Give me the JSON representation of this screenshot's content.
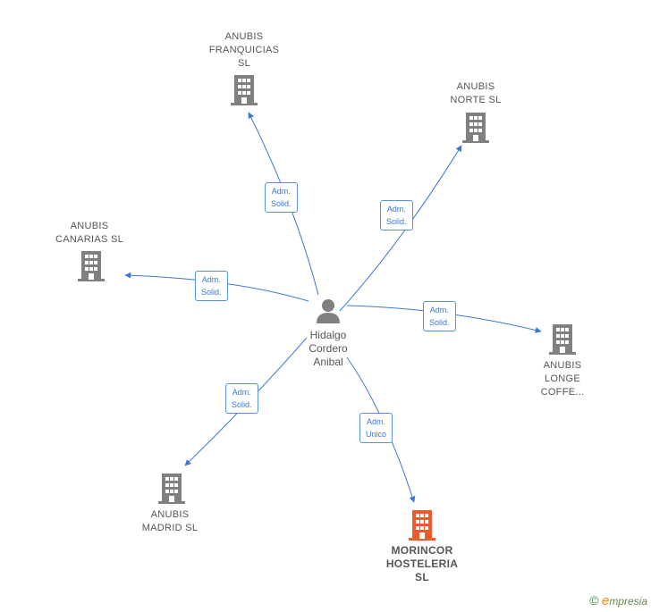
{
  "center": {
    "name": "Hidalgo\nCordero\nAnibal",
    "icon": "person-icon"
  },
  "nodes": [
    {
      "id": "franquicias",
      "label": "ANUBIS\nFRANQUICIAS\nSL",
      "color": "#808080"
    },
    {
      "id": "norte",
      "label": "ANUBIS\nNORTE  SL",
      "color": "#808080"
    },
    {
      "id": "canarias",
      "label": "ANUBIS\nCANARIAS  SL",
      "color": "#808080"
    },
    {
      "id": "longe",
      "label": "ANUBIS\nLONGE\nCOFFE...",
      "color": "#808080"
    },
    {
      "id": "madrid",
      "label": "ANUBIS\nMADRID  SL",
      "color": "#808080"
    },
    {
      "id": "morincor",
      "label": "MORINCOR\nHOSTELERIA\nSL",
      "color": "#f05a28"
    }
  ],
  "edges": [
    {
      "to": "franquicias",
      "label": "Adm.\nSolid."
    },
    {
      "to": "norte",
      "label": "Adm.\nSolid."
    },
    {
      "to": "canarias",
      "label": "Adm.\nSolid."
    },
    {
      "to": "longe",
      "label": "Adm.\nSolid."
    },
    {
      "to": "madrid",
      "label": "Adm.\nSolid."
    },
    {
      "to": "morincor",
      "label": "Adm.\nUnico"
    }
  ],
  "footer": {
    "copyright": "©",
    "brand_initial": "e",
    "brand_rest": "mpresia"
  },
  "colors": {
    "edge": "#3a78d4",
    "building": "#808080",
    "highlight": "#f05a28"
  }
}
